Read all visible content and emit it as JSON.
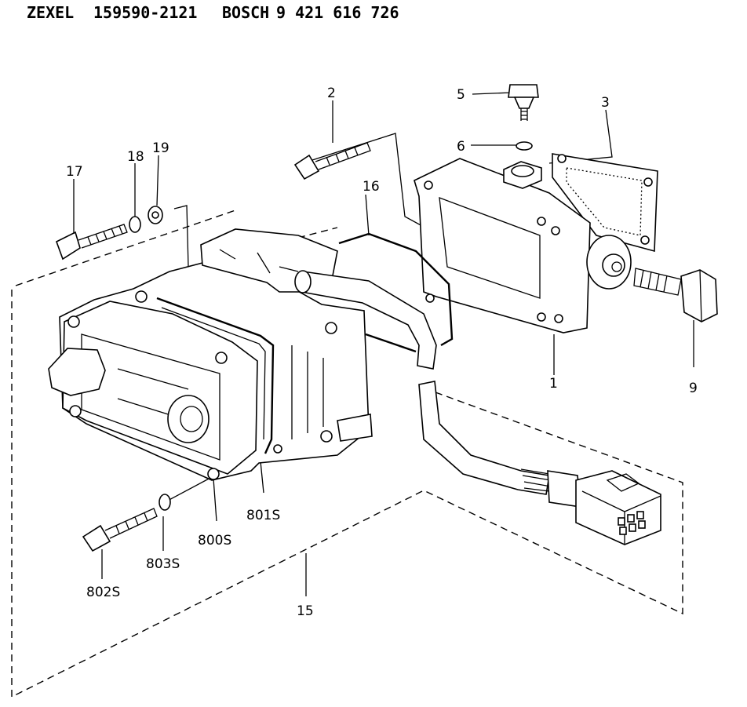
{
  "header": {
    "brand1": "ZEXEL",
    "code1": "159590-2121",
    "brand2": "BOSCH",
    "code2": "9 421 616 726"
  },
  "callouts": {
    "c1": "1",
    "c2": "2",
    "c3": "3",
    "c5": "5",
    "c6": "6",
    "c9": "9",
    "c15": "15",
    "c16": "16",
    "c17": "17",
    "c18": "18",
    "c19": "19",
    "c800S": "800S",
    "c801S": "801S",
    "c802S": "802S",
    "c803S": "803S"
  }
}
